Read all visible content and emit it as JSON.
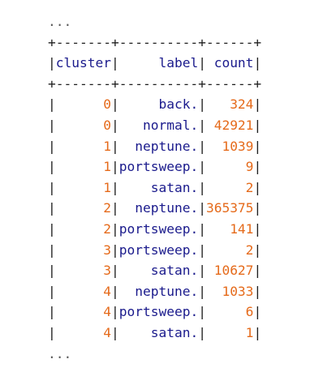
{
  "output": {
    "ellipsis_top": "...",
    "border": "+-------+----------+------+",
    "columns": [
      "cluster",
      "label",
      "count"
    ],
    "rows": [
      {
        "cluster": "0",
        "label": "back.",
        "count": "324"
      },
      {
        "cluster": "0",
        "label": "normal.",
        "count": "42921"
      },
      {
        "cluster": "1",
        "label": "neptune.",
        "count": "1039"
      },
      {
        "cluster": "1",
        "label": "portsweep.",
        "count": "9"
      },
      {
        "cluster": "1",
        "label": "satan.",
        "count": "2"
      },
      {
        "cluster": "2",
        "label": "neptune.",
        "count": "365375"
      },
      {
        "cluster": "2",
        "label": "portsweep.",
        "count": "141"
      },
      {
        "cluster": "3",
        "label": "portsweep.",
        "count": "2"
      },
      {
        "cluster": "3",
        "label": "satan.",
        "count": "10627"
      },
      {
        "cluster": "4",
        "label": "neptune.",
        "count": "1033"
      },
      {
        "cluster": "4",
        "label": "portsweep.",
        "count": "6"
      },
      {
        "cluster": "4",
        "label": "satan.",
        "count": "1"
      }
    ],
    "ellipsis_bottom": "...",
    "colors": {
      "text": "#1f1f1f",
      "label": "#1a1a8c",
      "number": "#e56a1a"
    }
  }
}
